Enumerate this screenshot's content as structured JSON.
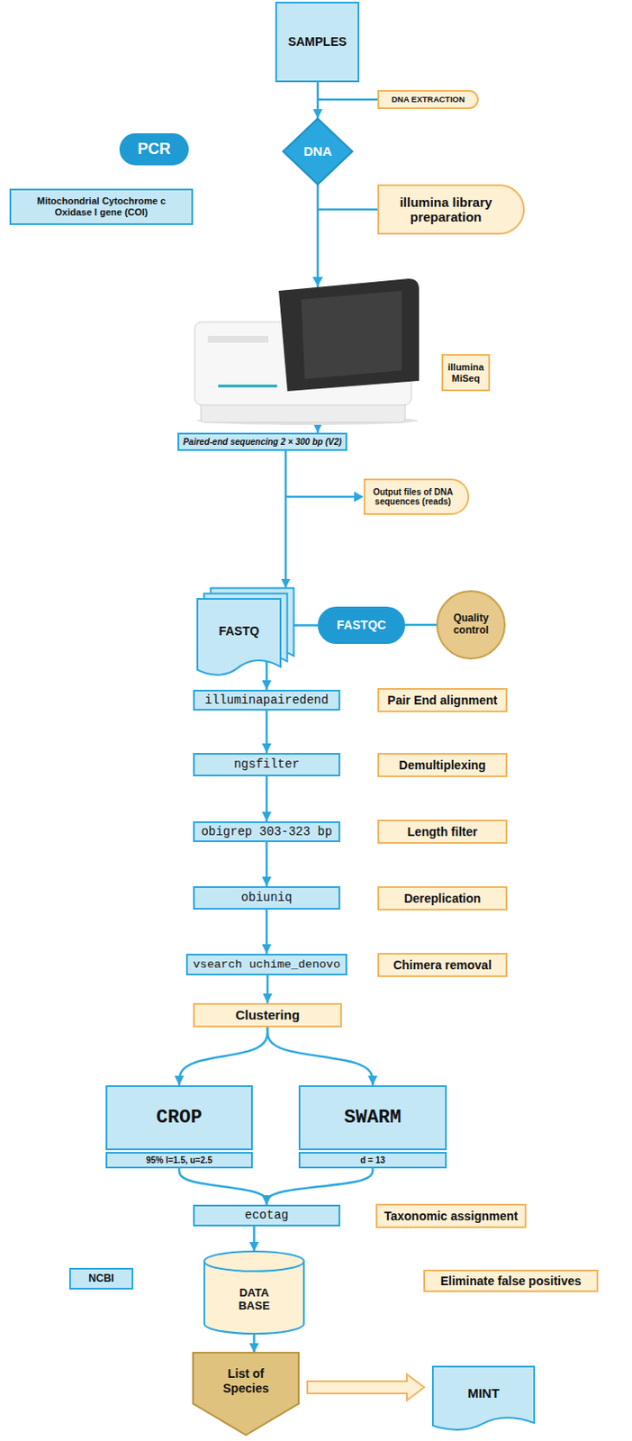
{
  "diagram": {
    "nodes": [
      {
        "text": [
          "SAMPLES"
        ]
      },
      {
        "text": [
          "DNA EXTRACTION"
        ]
      },
      {
        "text": [
          "DNA"
        ]
      },
      {
        "text": [
          "PCR"
        ]
      },
      {
        "text": [
          "Mitochondrial Cytochrome c Oxidase I gene (COI)"
        ]
      },
      {
        "text": [
          "illumina library preparation"
        ]
      },
      {
        "text": [
          "illumina MiSeq"
        ]
      },
      {
        "text": [
          "Paired-end sequencing 2 × 300 bp (V2)"
        ]
      },
      {
        "text": [
          "Output files of DNA sequences (reads)"
        ]
      },
      {
        "text": [
          "FASTQ"
        ]
      },
      {
        "text": [
          "FASTQC"
        ]
      },
      {
        "text": [
          "Quality control"
        ]
      },
      {
        "text": [
          "illuminapairedend"
        ]
      },
      {
        "text": [
          "Pair End alignment"
        ]
      },
      {
        "text": [
          "ngsfilter"
        ]
      },
      {
        "text": [
          "Demultiplexing"
        ]
      },
      {
        "text": [
          "obigrep 303-323 bp"
        ]
      },
      {
        "text": [
          "Length filter"
        ]
      },
      {
        "text": [
          "obiuniq"
        ]
      },
      {
        "text": [
          "Dereplication"
        ]
      },
      {
        "text": [
          "vsearch uchime_denovo"
        ]
      },
      {
        "text": [
          "Chimera removal"
        ]
      },
      {
        "text": [
          "Clustering"
        ]
      },
      {
        "text": [
          "CROP"
        ]
      },
      {
        "text": [
          "95% l=1.5, u=2.5"
        ]
      },
      {
        "text": [
          "SWARM"
        ]
      },
      {
        "text": [
          "d = 13"
        ]
      },
      {
        "text": [
          "ecotag"
        ]
      },
      {
        "text": [
          "Taxonomic assignment"
        ]
      },
      {
        "text": [
          "NCBI"
        ]
      },
      {
        "text": [
          "DATA BASE"
        ]
      },
      {
        "text": [
          "Eliminate false positives"
        ]
      },
      {
        "text": [
          "List of Species"
        ]
      },
      {
        "text": [
          "MINT"
        ]
      }
    ],
    "edges": [
      {
        "from": 0,
        "to": 2,
        "arrow": "to"
      },
      {
        "from": 2,
        "to": 7,
        "arrow": "to"
      },
      {
        "from": 7,
        "to": 9,
        "arrow": "to"
      },
      {
        "from": 9,
        "to": 10,
        "arrow": "none"
      },
      {
        "from": 10,
        "to": 11,
        "arrow": "none"
      },
      {
        "from": 9,
        "to": 12,
        "arrow": "to"
      },
      {
        "from": 12,
        "to": 14,
        "arrow": "to"
      },
      {
        "from": 14,
        "to": 16,
        "arrow": "to"
      },
      {
        "from": 16,
        "to": 18,
        "arrow": "to"
      },
      {
        "from": 18,
        "to": 20,
        "arrow": "to"
      },
      {
        "from": 20,
        "to": 22,
        "arrow": "to"
      },
      {
        "from": 22,
        "to": 23,
        "arrow": "to"
      },
      {
        "from": 22,
        "to": 25,
        "arrow": "to"
      },
      {
        "from": 24,
        "to": 27,
        "arrow": "to"
      },
      {
        "from": 26,
        "to": 27,
        "arrow": "to"
      },
      {
        "from": 27,
        "to": 30,
        "arrow": "to"
      },
      {
        "from": 30,
        "to": 32,
        "arrow": "to"
      },
      {
        "from": 32,
        "to": 33,
        "arrow": "to"
      }
    ]
  }
}
